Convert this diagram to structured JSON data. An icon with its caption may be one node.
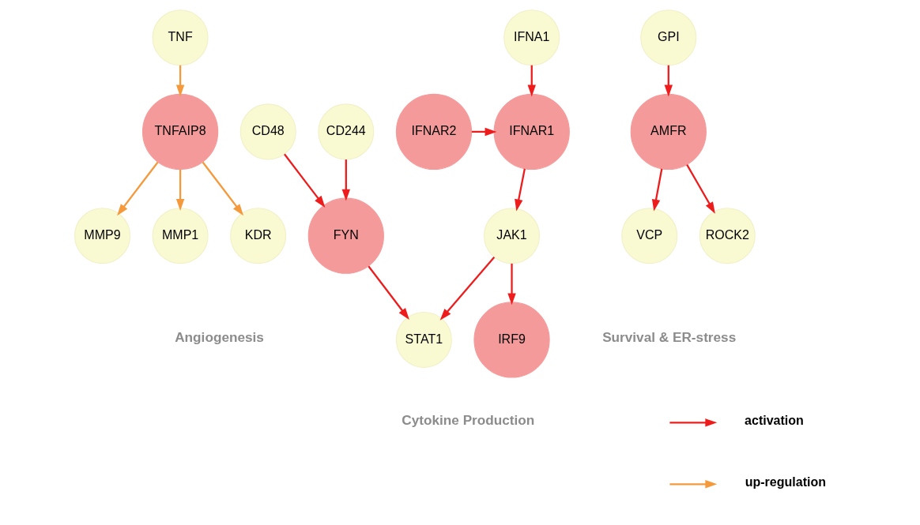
{
  "diagram": {
    "nodes": [
      {
        "text": [
          "TNF"
        ]
      },
      {
        "text": [
          "TNFAIP8"
        ]
      },
      {
        "text": [
          "MMP9"
        ]
      },
      {
        "text": [
          "MMP1"
        ]
      },
      {
        "text": [
          "KDR"
        ]
      },
      {
        "text": [
          "IFNA1"
        ]
      },
      {
        "text": [
          "IFNAR2"
        ]
      },
      {
        "text": [
          "IFNAR1"
        ]
      },
      {
        "text": [
          "CD48"
        ]
      },
      {
        "text": [
          "CD244"
        ]
      },
      {
        "text": [
          "JAK1"
        ]
      },
      {
        "text": [
          "FYN"
        ]
      },
      {
        "text": [
          "IRF9"
        ]
      },
      {
        "text": [
          "STAT1"
        ]
      },
      {
        "text": [
          "GPI"
        ]
      },
      {
        "text": [
          "AMFR"
        ]
      },
      {
        "text": [
          "VCP"
        ]
      },
      {
        "text": [
          "ROCK2"
        ]
      }
    ],
    "edges": [
      {
        "from": 0,
        "to": 1,
        "arrow": "to",
        "color": "#f59a3c"
      },
      {
        "from": 1,
        "to": 2,
        "arrow": "to",
        "color": "#f59a3c"
      },
      {
        "from": 1,
        "to": 3,
        "arrow": "to",
        "color": "#f59a3c"
      },
      {
        "from": 1,
        "to": 4,
        "arrow": "to",
        "color": "#f59a3c"
      },
      {
        "from": 5,
        "to": 7,
        "arrow": "to"
      },
      {
        "from": 6,
        "to": 7,
        "arrow": "to"
      },
      {
        "from": 7,
        "to": 10,
        "arrow": "to"
      },
      {
        "from": 8,
        "to": 11,
        "arrow": "to"
      },
      {
        "from": 9,
        "to": 11,
        "arrow": "to"
      },
      {
        "from": 10,
        "to": 12,
        "arrow": "to"
      },
      {
        "from": 10,
        "to": 13,
        "arrow": "to"
      },
      {
        "from": 11,
        "to": 13,
        "arrow": "to"
      },
      {
        "from": 14,
        "to": 15,
        "arrow": "to"
      },
      {
        "from": 15,
        "to": 16,
        "arrow": "to"
      },
      {
        "from": 15,
        "to": 17,
        "arrow": "to"
      }
    ],
    "labels": [
      "Angiogenesis",
      "Survival & ER-stress",
      "Cytokine Production"
    ],
    "legend": [
      {
        "text": "activation"
      },
      {
        "text": "up-regulation"
      }
    ]
  }
}
